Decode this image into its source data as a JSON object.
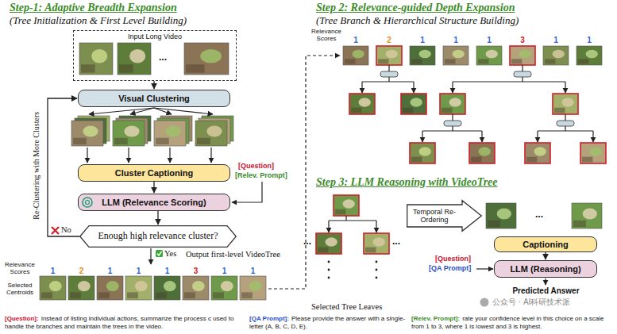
{
  "diagram": {
    "nodes": [
      {
        "text": [
          "Input Long Video"
        ]
      },
      {
        "text": [
          "Visual Clustering"
        ]
      },
      {
        "text": [
          "Cluster Captioning"
        ]
      },
      {
        "text": [
          "LLM (Relevance Scoring)"
        ]
      },
      {
        "text": [
          "Enough high relevance cluster?"
        ]
      },
      {
        "text": [
          "Temporal Re-Ordering"
        ]
      },
      {
        "text": [
          "Captioning"
        ]
      },
      {
        "text": [
          "LLM (Reasoning)"
        ]
      }
    ],
    "edges": [
      {
        "from": 0,
        "to": 1,
        "arrow": "to"
      },
      {
        "from": 2,
        "to": 3,
        "arrow": "to"
      },
      {
        "from": 3,
        "to": 4,
        "arrow": "to"
      },
      {
        "from": 4,
        "to": 1,
        "arrow": "to"
      },
      {
        "from": 6,
        "to": 7,
        "arrow": "to"
      }
    ],
    "labels": [
      "Step-1: Adaptive Breadth Expansion",
      "(Tree Initialization & First Level Building)",
      "...",
      "[Question]",
      "[Relev. Prompt]",
      "Re-Clustering with More Clusters",
      "No",
      "Yes",
      "Output first-level VideoTree",
      "Relevance Scores",
      "1",
      "2",
      "1",
      "1",
      "1",
      "3",
      "1",
      "1",
      "Selected Centroids",
      "[Question]:",
      "Instead of listing individual actions, summarize the process c used to handle the branches and maintain the trees in the video.",
      "[QA Prompt]:",
      "Please provide the answer with a single-letter (A, B, C, D, E).",
      "[Relev. Prompt]:",
      "rate your confidence level in this choice on a scale from 1 to 3, where 1 is lowest and 3 is highest.",
      "Step 2: Relevance-guided Depth Expansion",
      "(Tree Branch & Hierarchical Structure Building)",
      "Relevance Scores",
      "1",
      "2",
      "1",
      "1",
      "1",
      "3",
      "1",
      "1",
      "Step 3: LLM Reasoning with VideoTree",
      "...",
      "...",
      "Selected Tree Leaves",
      "...",
      "[Question]",
      "[QA Prompt]",
      "Predicted Answer",
      "公众号 · AI科研技术派"
    ]
  }
}
